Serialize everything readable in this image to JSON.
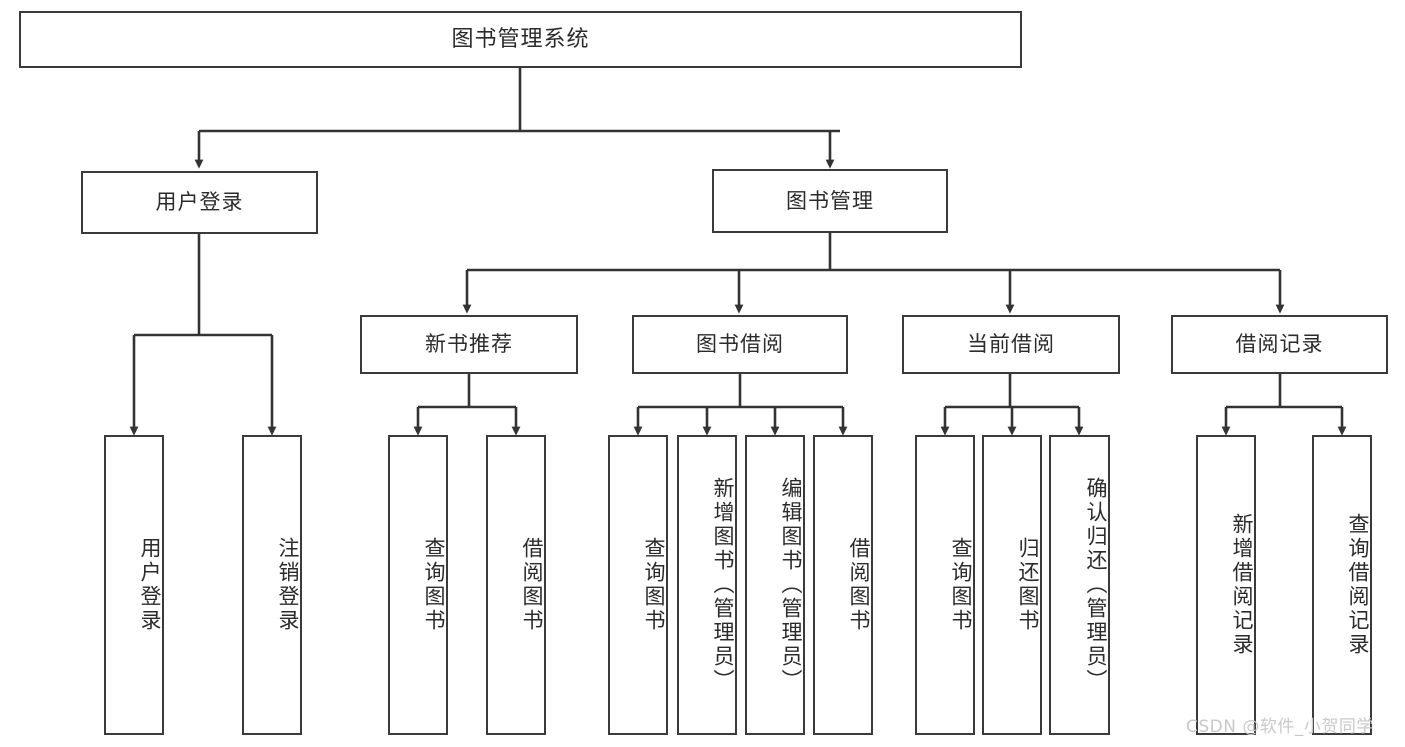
{
  "diagram": {
    "title": "图书管理系统",
    "type": "tree-hierarchy",
    "root": {
      "label": "图书管理系统",
      "children": [
        {
          "label": "用户登录",
          "children": [
            {
              "label": "用户登录"
            },
            {
              "label": "注销登录"
            }
          ]
        },
        {
          "label": "图书管理",
          "children": [
            {
              "label": "新书推荐",
              "children": [
                {
                  "label": "查询图书"
                },
                {
                  "label": "借阅图书"
                }
              ]
            },
            {
              "label": "图书借阅",
              "children": [
                {
                  "label": "查询图书"
                },
                {
                  "label": "新增图书（管理员）"
                },
                {
                  "label": "编辑图书（管理员）"
                },
                {
                  "label": "借阅图书"
                }
              ]
            },
            {
              "label": "当前借阅",
              "children": [
                {
                  "label": "查询图书"
                },
                {
                  "label": "归还图书"
                },
                {
                  "label": "确认归还（管理员）"
                }
              ]
            },
            {
              "label": "借阅记录",
              "children": [
                {
                  "label": "新增借阅记录"
                },
                {
                  "label": "查询借阅记录"
                }
              ]
            }
          ]
        }
      ]
    }
  },
  "nodes": {
    "root": "图书管理系统",
    "user_login": "用户登录",
    "book_manage": "图书管理",
    "new_book_rec": "新书推荐",
    "book_borrow": "图书借阅",
    "current_borrow": "当前借阅",
    "borrow_record": "借阅记录",
    "leaf_user_login": "用户登录",
    "leaf_logout": "注销登录",
    "leaf_rec_query": "查询图书",
    "leaf_rec_borrow": "借阅图书",
    "leaf_borrow_query": "查询图书",
    "leaf_borrow_add": "新增图书（管理员）",
    "leaf_borrow_edit": "编辑图书（管理员）",
    "leaf_borrow_borrow": "借阅图书",
    "leaf_cur_query": "查询图书",
    "leaf_cur_return": "归还图书",
    "leaf_cur_confirm": "确认归还（管理员）",
    "leaf_rec_add": "新增借阅记录",
    "leaf_rec_query2": "查询借阅记录"
  },
  "watermark": {
    "text": "CSDN @软件_小贺同学"
  },
  "colors": {
    "background": "#ffffff",
    "box_fill": "#ffffff",
    "box_stroke": "#3a3a3a",
    "text": "#2b2b2b",
    "watermark": "#c9c9c9"
  }
}
